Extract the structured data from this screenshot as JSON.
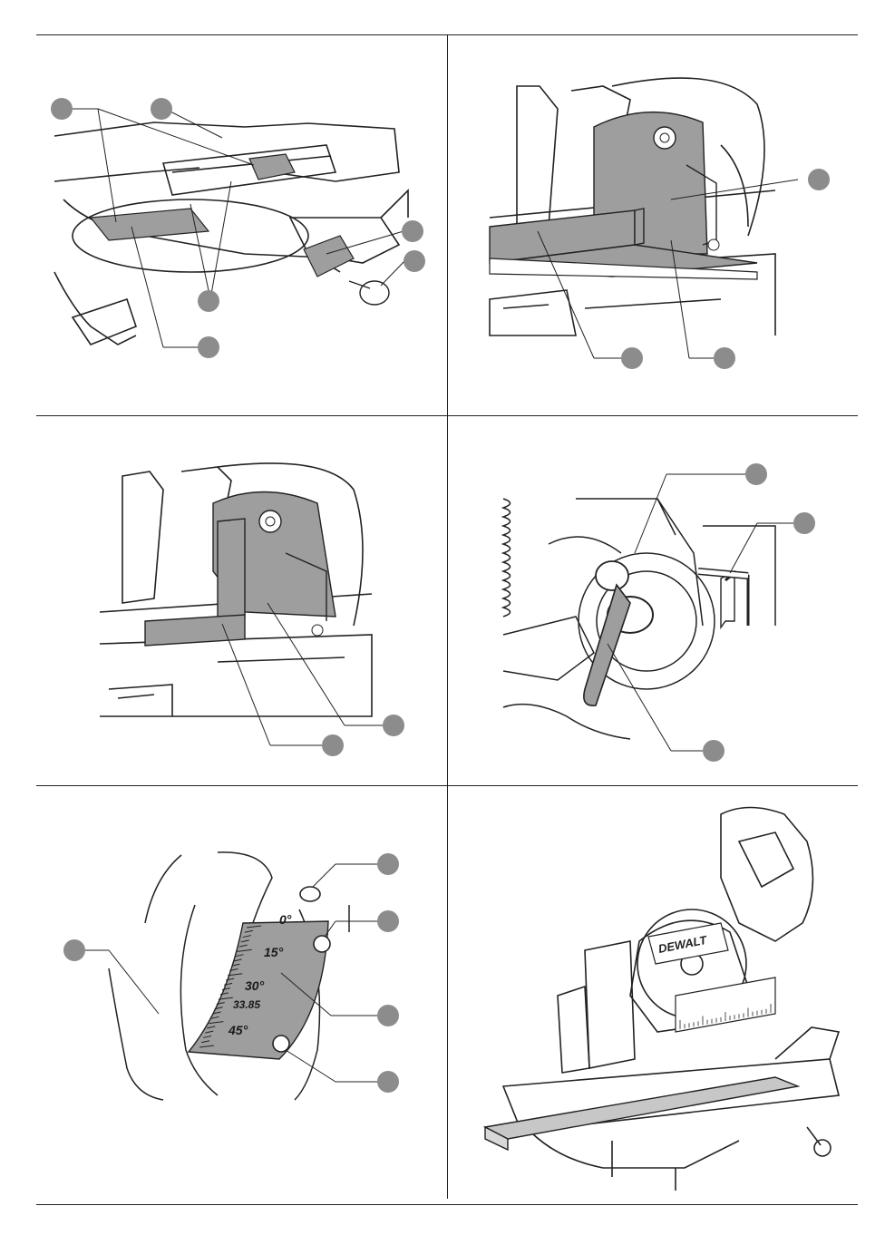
{
  "brand": {
    "logo_text": "DEWALT"
  },
  "colors": {
    "callout": "#8c8c8c",
    "highlight": "#9e9e9e",
    "line": "#222222"
  },
  "figures": [
    {
      "id": "fig-miter-detent",
      "callouts": 6
    },
    {
      "id": "fig-blade-square-bevel",
      "callouts": 3
    },
    {
      "id": "fig-square-to-blade",
      "callouts": 2
    },
    {
      "id": "fig-bevel-lock-handle",
      "callouts": 3
    },
    {
      "id": "fig-bevel-scale",
      "callouts": 5,
      "scale_labels": [
        "0°",
        "15°",
        "30°",
        "33.85",
        "45°"
      ]
    },
    {
      "id": "fig-saw-overview",
      "callouts": 0
    }
  ]
}
